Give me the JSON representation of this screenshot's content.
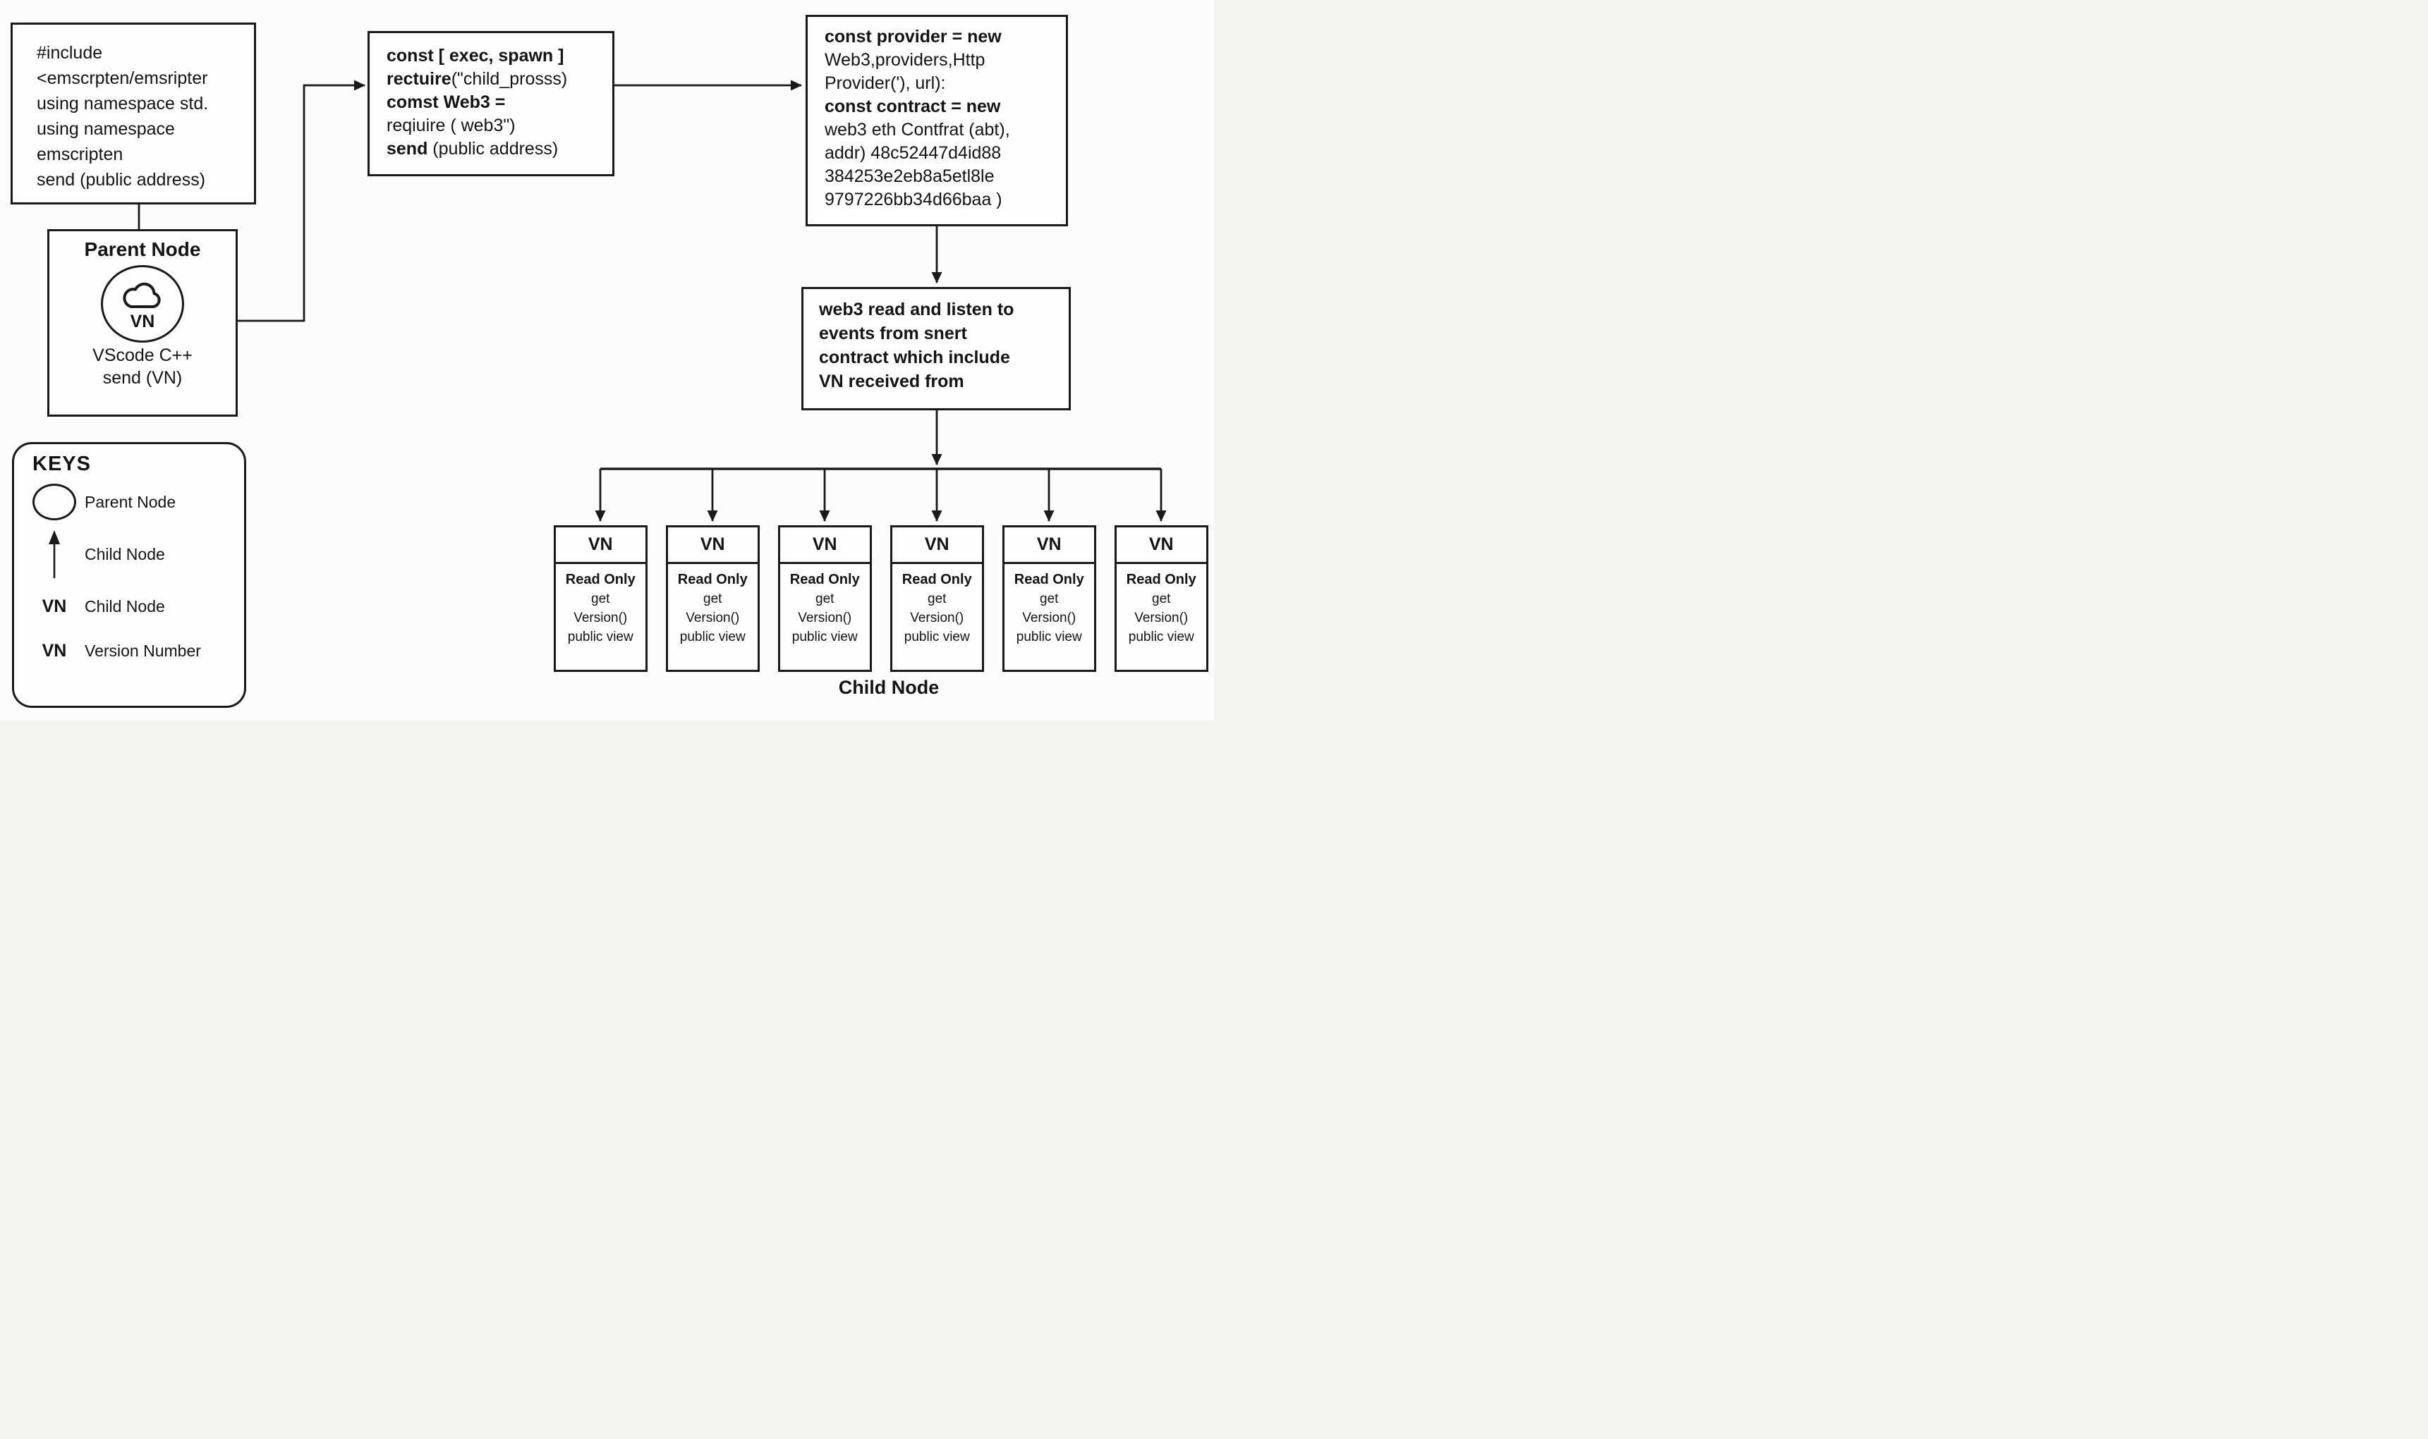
{
  "page": {
    "background": "#fcfcfc",
    "ink": "#1a1a1a"
  },
  "icons": {
    "cloud": "cloud-icon",
    "legend_circle": "circle-icon",
    "legend_arrow": "arrow-up-icon"
  },
  "boxes": {
    "include": {
      "lines": [
        "#include",
        "<emscrpten/emsripter",
        "using namespace std.",
        "using namespace",
        "emscripten",
        "send (public address)"
      ]
    },
    "spawn": {
      "line1": "const [ exec, spawn ]",
      "line2_bold": "rectuire",
      "line2_rest": "(\"child_prosss)",
      "line3": "comst Web3 =",
      "line4": "reqiuire ( web3\")",
      "line5_bold": "send",
      "line5_rest": " (public address)"
    },
    "provider": {
      "line1": "const provider = new",
      "line2": "Web3,providers,Http",
      "line3": "Provider('), url):",
      "line4": "const contract = new",
      "line5": "web3 eth Contfrat (abt),",
      "line6": "addr) 48c52447d4id88",
      "line7": "384253e2eb8a5etl8le",
      "line8": "9797226bb34d66baa )"
    },
    "web3_events": {
      "lines": [
        "web3 read and listen to",
        "events from snert",
        "contract which include",
        "VN received from"
      ]
    },
    "parent": {
      "title": "Parent Node",
      "badge": "VN",
      "line1": "VScode C++",
      "line2": "send (VN)"
    }
  },
  "keys": {
    "title": "KEYS",
    "rows": [
      {
        "symbol": "circle",
        "label": "Parent Node"
      },
      {
        "symbol": "arrow-up",
        "label": "Child Node"
      },
      {
        "symbol": "VN",
        "label": "Child Node"
      },
      {
        "symbol": "VN",
        "label": "Version Number"
      }
    ]
  },
  "child_box": {
    "header": "VN",
    "body_bold": "Read Only",
    "body_lines": [
      "get",
      "Version()",
      "public view"
    ]
  },
  "caption": "Child Node"
}
